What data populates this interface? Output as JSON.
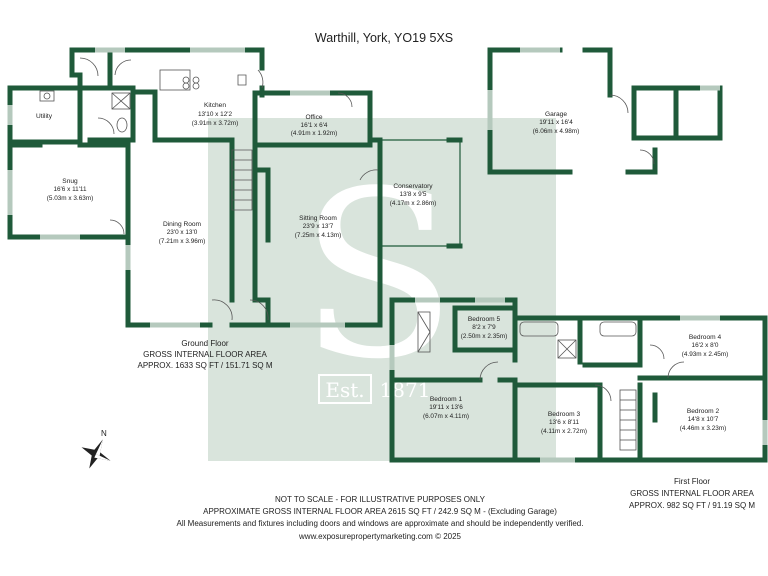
{
  "title": "Warthill, York, YO19 5XS",
  "watermark": {
    "letter": "S",
    "est_label": "Est.",
    "est_year": "1871",
    "color": "#d9e4dc"
  },
  "colors": {
    "walls": "#1f5a3a",
    "text": "#222222"
  },
  "rooms": {
    "utility": {
      "name": "Utility"
    },
    "kitchen": {
      "name": "Kitchen",
      "dims": "13'10 x 12'2",
      "metric": "(3.91m x 3.72m)"
    },
    "office": {
      "name": "Office",
      "dims": "16'1 x 6'4",
      "metric": "(4.91m x 1.92m)"
    },
    "garage": {
      "name": "Garage",
      "dims": "19'11 x 16'4",
      "metric": "(6.06m x 4.98m)"
    },
    "snug": {
      "name": "Snug",
      "dims": "16'6 x 11'11",
      "metric": "(5.03m x 3.63m)"
    },
    "dining": {
      "name": "Dining Room",
      "dims": "23'0 x 13'0",
      "metric": "(7.21m x 3.96m)"
    },
    "sitting": {
      "name": "Sitting Room",
      "dims": "23'9 x 13'7",
      "metric": "(7.25m x 4.13m)"
    },
    "conservatory": {
      "name": "Conservatory",
      "dims": "13'8 x 9'5",
      "metric": "(4.17m x 2.86m)"
    },
    "bedroom5": {
      "name": "Bedroom 5",
      "dims": "8'2 x 7'9",
      "metric": "(2.50m x 2.35m)"
    },
    "bedroom4": {
      "name": "Bedroom 4",
      "dims": "16'2 x 8'0",
      "metric": "(4.93m x 2.45m)"
    },
    "bedroom1": {
      "name": "Bedroom 1",
      "dims": "19'11 x 13'6",
      "metric": "(6.07m x 4.11m)"
    },
    "bedroom3": {
      "name": "Bedroom 3",
      "dims": "13'6 x 8'11",
      "metric": "(4.11m x 2.72m)"
    },
    "bedroom2": {
      "name": "Bedroom 2",
      "dims": "14'8 x 10'7",
      "metric": "(4.46m x 3.23m)"
    }
  },
  "ground_floor": {
    "heading": "Ground Floor",
    "area_label": "GROSS INTERNAL FLOOR AREA",
    "area_value": "APPROX. 1633 SQ FT / 151.71 SQ M"
  },
  "first_floor": {
    "heading": "First Floor",
    "area_label": "GROSS INTERNAL FLOOR AREA",
    "area_value": "APPROX. 982 SQ FT / 91.19 SQ M"
  },
  "compass_label": "N",
  "footer": {
    "line1": "NOT TO SCALE - FOR ILLUSTRATIVE PURPOSES ONLY",
    "line2": "APPROXIMATE GROSS INTERNAL FLOOR AREA 2615 SQ FT / 242.9 SQ M - (Excluding Garage)",
    "line3": "All Measurements and fixtures including doors and windows are approximate and should be independently verified.",
    "line4": "www.exposurepropertymarketing.com © 2025"
  }
}
